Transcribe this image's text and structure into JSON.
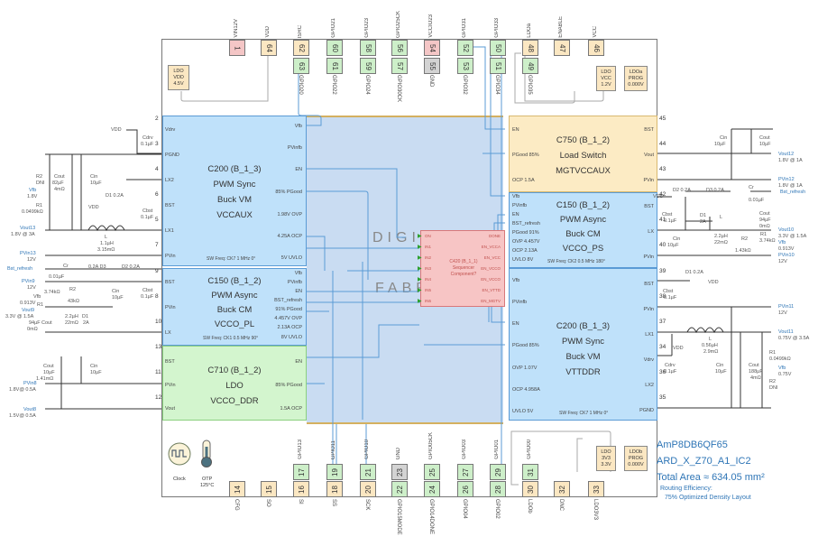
{
  "top_pins_row1": [
    {
      "num": "1",
      "label": "VIN12V",
      "color": "pink"
    },
    {
      "num": "64",
      "label": "VDD",
      "color": "tan"
    },
    {
      "num": "62",
      "label": "ISRC",
      "color": "tan"
    },
    {
      "num": "60",
      "label": "GPIO21",
      "color": "green"
    },
    {
      "num": "58",
      "label": "GPIO23",
      "color": "green"
    },
    {
      "num": "56",
      "label": "GPIO25CK",
      "color": "green"
    },
    {
      "num": "54",
      "label": "VCCIO23",
      "color": "pink"
    },
    {
      "num": "52",
      "label": "GPIO31",
      "color": "green"
    },
    {
      "num": "50",
      "label": "GPIO33",
      "color": "green"
    },
    {
      "num": "48",
      "label": "LDOa",
      "color": "tan"
    },
    {
      "num": "47",
      "label": "ENABLE",
      "color": "tan"
    },
    {
      "num": "46",
      "label": "VCC",
      "color": "tan"
    }
  ],
  "top_pins_row2": [
    {
      "num": "63",
      "label": "GPIO20",
      "color": "green"
    },
    {
      "num": "61",
      "label": "GPIO22",
      "color": "green"
    },
    {
      "num": "59",
      "label": "GPIO24",
      "color": "green"
    },
    {
      "num": "57",
      "label": "GPIO30CK",
      "color": "green"
    },
    {
      "num": "55",
      "label": "GND",
      "color": "gray"
    },
    {
      "num": "53",
      "label": "GPIO32",
      "color": "green"
    },
    {
      "num": "51",
      "label": "GPIO34",
      "color": "green"
    },
    {
      "num": "49",
      "label": "GPIO35",
      "color": "green"
    }
  ],
  "bottom_pins_row1": [
    {
      "num": "17",
      "label": "GPIO13",
      "color": "green"
    },
    {
      "num": "19",
      "label": "GPIO11",
      "color": "green"
    },
    {
      "num": "21",
      "label": "GPIO10",
      "color": "green"
    },
    {
      "num": "23",
      "label": "GND",
      "color": "gray"
    },
    {
      "num": "25",
      "label": "GPIO05CK",
      "color": "green"
    },
    {
      "num": "27",
      "label": "GPIO03",
      "color": "green"
    },
    {
      "num": "29",
      "label": "GPIO01",
      "color": "green"
    },
    {
      "num": "31",
      "label": "GPIO00",
      "color": "green"
    }
  ],
  "bottom_pins_row2": [
    {
      "num": "14",
      "label": "CFG",
      "color": "tan"
    },
    {
      "num": "15",
      "label": "SO",
      "color": "tan"
    },
    {
      "num": "16",
      "label": "SI",
      "color": "tan"
    },
    {
      "num": "18",
      "label": "SS",
      "color": "tan"
    },
    {
      "num": "20",
      "label": "SCK",
      "color": "tan"
    },
    {
      "num": "22",
      "label": "GPIO15MODE",
      "color": "green"
    },
    {
      "num": "24",
      "label": "GPIO14DONE",
      "color": "green"
    },
    {
      "num": "26",
      "label": "GPIO04",
      "color": "green"
    },
    {
      "num": "28",
      "label": "GPIO02",
      "color": "green"
    },
    {
      "num": "30",
      "label": "LDOb",
      "color": "tan"
    },
    {
      "num": "32",
      "label": "DNC",
      "color": "tan"
    },
    {
      "num": "33",
      "label": "LDO3V3",
      "color": "tan"
    }
  ],
  "ldo_boxes": {
    "vdd": [
      "LDO",
      "VDD",
      "4.5V"
    ],
    "vcc": [
      "LDO",
      "VCC",
      "1.2V"
    ],
    "ldoa": [
      "LDOa",
      "PROG",
      "0.000V"
    ],
    "ldo3v3": [
      "LDO",
      "3V3",
      "3.3V"
    ],
    "ldob": [
      "LDOb",
      "PROG",
      "0.000V"
    ]
  },
  "blocks": {
    "vccaux": {
      "title": [
        "C200 (B_1_3)",
        "PWM Sync",
        "Buck VM",
        "VCCAUX"
      ],
      "left_ports": [
        "Vdrv",
        "PGND",
        "LX2",
        "BST",
        "LX1",
        "PVin"
      ],
      "right_ports": [
        "Vfb",
        "PVinfb",
        "EN",
        "85% PGood",
        "1.98V OVP",
        "4.25A OCP",
        "5V UVLO"
      ],
      "sw_freq": "SW Freq: CK7 1 MHz 0°",
      "pin_nums": [
        "2",
        "3",
        "4",
        "6",
        "5",
        "7"
      ]
    },
    "vcco_pl": {
      "title": [
        "C150 (B_1_2)",
        "PWM Async",
        "Buck CM",
        "VCCO_PL"
      ],
      "left_ports": [
        "BST",
        "PVin",
        "LX"
      ],
      "right_ports": [
        "Vfb",
        "PVinfb",
        "EN",
        "BST_refresh",
        "91% PGood",
        "4.457V OVP",
        "2.13A OCP",
        "8V UVLO"
      ],
      "sw_freq": "SW Freq: CK1 0.5 MHz 90°",
      "pin_nums": [
        "9",
        "8",
        "10"
      ]
    },
    "vcco_ddr": {
      "title": [
        "C710 (B_1_2)",
        "LDO",
        "VCCO_DDR"
      ],
      "left_ports": [
        "BST",
        "PVin",
        "Vout"
      ],
      "right_ports": [
        "EN",
        "85% PGood",
        "1.5A OCP"
      ],
      "pin_nums": [
        "13",
        "11",
        "12"
      ]
    },
    "mgtvccaux": {
      "title": [
        "C750 (B_1_2)",
        "Load Switch",
        "MGTVCCAUX"
      ],
      "left_ports": [
        "EN",
        "PGood 85%",
        "OCP 1.5A"
      ],
      "right_ports": [
        "BST",
        "Vout",
        "PVin"
      ],
      "pin_nums": [
        "45",
        "44",
        "43"
      ]
    },
    "vcco_ps": {
      "title": [
        "C150 (B_1_2)",
        "PWM Async",
        "Buck CM",
        "VCCO_PS"
      ],
      "left_ports": [
        "Vfb",
        "PVinfb",
        "EN",
        "BST_refresh",
        "PGood 91%",
        "OVP 4.457V",
        "OCP 2.13A",
        "UVLO 8V"
      ],
      "right_ports": [
        "BST",
        "LX",
        "PVin"
      ],
      "sw_freq": "SW Freq: CK2 0.5 MHz 180°",
      "pin_nums": [
        "42",
        "41",
        "40"
      ]
    },
    "vttddr": {
      "title": [
        "C200 (B_1_3)",
        "PWM Sync",
        "Buck VM",
        "VTTDDR"
      ],
      "left_ports": [
        "Vfb",
        "PVinfb",
        "EN",
        "PGood 85%",
        "OVP 1.07V",
        "OCP 4.958A",
        "UVLO 5V"
      ],
      "right_ports": [
        "BST",
        "PVin",
        "LX1",
        "Vdrv",
        "LX2",
        "PGND"
      ],
      "sw_freq": "SW Freq: CK7 1 MHz 0°",
      "pin_nums": [
        "39",
        "38",
        "37",
        "34",
        "36",
        "35"
      ]
    }
  },
  "sequencer": {
    "title": [
      "C420 (B_1_1)",
      "Sequencer",
      "Component?"
    ],
    "inputs": [
      "ON",
      "IN1",
      "IN2",
      "IN3",
      "IN4",
      "IN5",
      "IN6"
    ],
    "outputs": [
      "DONE",
      "EN_VCCA",
      "EN_VCC",
      "EN_VCCO",
      "EN_VCCO",
      "EN_VTTD",
      "EN_MGTV"
    ]
  },
  "watermark": [
    "DIGIT",
    "FABR"
  ],
  "misc": {
    "clock_label": "Clock",
    "otp_label": "OTP",
    "otp_temp": "125°C"
  },
  "external": {
    "left_top": {
      "vdd1": "VDD",
      "cdrv": "Cdrv",
      "cdrv_v": "0.1µF",
      "r2": "R2",
      "r2_v": "DNI",
      "cout": "Cout",
      "cout_v1": "82µF",
      "cout_v2": "4mΩ",
      "cin": "Cin",
      "cin_v": "10µF",
      "vfb": "Vfb",
      "vfb_v": "1.8V",
      "r1": "R1",
      "r1_v": "0.0499kΩ",
      "d1": "D1 0.2A",
      "vdd2": "VDD",
      "cbst": "Cbst",
      "cbst_v": "0.1µF",
      "vout": "Vout13",
      "vout_v": "1.8V @ 3A",
      "l": "L",
      "l_v1": "1.1µH",
      "l_v2": "3.15mΩ"
    },
    "left_mid": {
      "pvin": "PVin13",
      "pvin_v": "12V",
      "bst": "Bst_refresh",
      "cr": "Cr",
      "cr_v": "0.01µF",
      "d3": "0.2A  D3",
      "d2": "D2 0.2A",
      "vdd": "VDD",
      "pvin9": "PVin9",
      "pvin9_v": "12V",
      "vfb": "Vfb",
      "vfb_v": "0.913V",
      "r1": "R1",
      "r1_v": "3.74kΩ",
      "r2": "R2",
      "r2_v": "43kΩ",
      "cin": "Cin",
      "cin_v": "10µF",
      "cbst": "Cbst",
      "cbst_v": "0.1µF",
      "vout": "Vout9",
      "vout_v": "3.3V @ 1.5A",
      "cout": "Cout",
      "cout_v1": "94µF",
      "cout_v2": "0mΩ",
      "l_v1": "2.2µH",
      "l_v2": "22mΩ",
      "d1": "D1",
      "d1_v": "2A"
    },
    "left_bottom": {
      "cout": "Cout",
      "cout_v1": "10µF",
      "cout_v2": "1.41mΩ",
      "cin": "Cin",
      "cin_v": "10µF",
      "pvin": "PVin8",
      "pvin_v": "1.8V@ 0.5A",
      "vout": "Vout8",
      "vout_v": "1.5V@ 0.5A"
    },
    "right_top": {
      "cin": "Cin",
      "cin_v": "10µF",
      "cout": "Cout",
      "cout_v": "10µF",
      "vout": "Vout12",
      "vout_v": "1.8V @ 1A",
      "pvin": "PVin12",
      "pvin_v": "1.8V @ 1A",
      "bst": "Bst_refresh",
      "d2": "D2 0.2A",
      "d3": "D3 0.2A",
      "cr": "Cr",
      "cr_v": "0.01µF",
      "vdd": "VDD",
      "cbst": "Cbst",
      "cbst_v": "0.1µF",
      "d1": "D1",
      "d1_v": "2A",
      "cout2": "Cout",
      "cout2_v1": "94µF",
      "cout2_v2": "0mΩ",
      "l": "L",
      "l_v1": "2.2µH",
      "l_v2": "22mΩ",
      "cin2": "Cin",
      "cin2_v": "10µF",
      "r1": "R1",
      "r1_v": "3.74kΩ",
      "r2": "R2",
      "r2_v": "1.43kΩ",
      "vout10": "Vout10",
      "vout10_v": "3.3V @ 1.5A",
      "vfb": "Vfb",
      "vfb_v": "0.913V",
      "pvin10": "PVin10",
      "pvin10_v": "12V"
    },
    "right_bottom": {
      "d1": "D1 0.2A",
      "vdd": "VDD",
      "cbst": "Cbst",
      "cbst_v": "0.1µF",
      "pvin": "PVin11",
      "pvin_v": "12V",
      "vout": "Vout11",
      "vout_v": "0.75V @ 3.5A",
      "l": "L",
      "l_v1": "0.56µH",
      "l_v2": "2.9mΩ",
      "vdd2": "VDD",
      "cdrv": "Cdrv",
      "cdrv_v": "0.1µF",
      "cin": "Cin",
      "cin_v": "10µF",
      "cout": "Cout",
      "cout_v1": "188µF",
      "cout_v2": "4mΩ",
      "r1": "R1",
      "r1_v": "0.0499kΩ",
      "vfb": "Vfb",
      "vfb_v": "0.75V",
      "r2": "R2",
      "r2_v": "DNI"
    }
  },
  "info": {
    "part": "AmP8DB6QF65",
    "design": "ARD_X_Z70_A1_IC2",
    "area": "Total Area ≈ 634.05 mm²",
    "routing_label": "Routing Efficiency:",
    "routing_value": "75% Optimized Density Layout"
  },
  "colors": {
    "net": "#5b9bd5",
    "arrow": "#2ca02c",
    "blue_block": "#bfe1fa",
    "yellow_block": "#fcebc4",
    "green_block": "#d3f5ce",
    "center_area": "#c9dcf2",
    "seq": "#f7c5c5"
  }
}
